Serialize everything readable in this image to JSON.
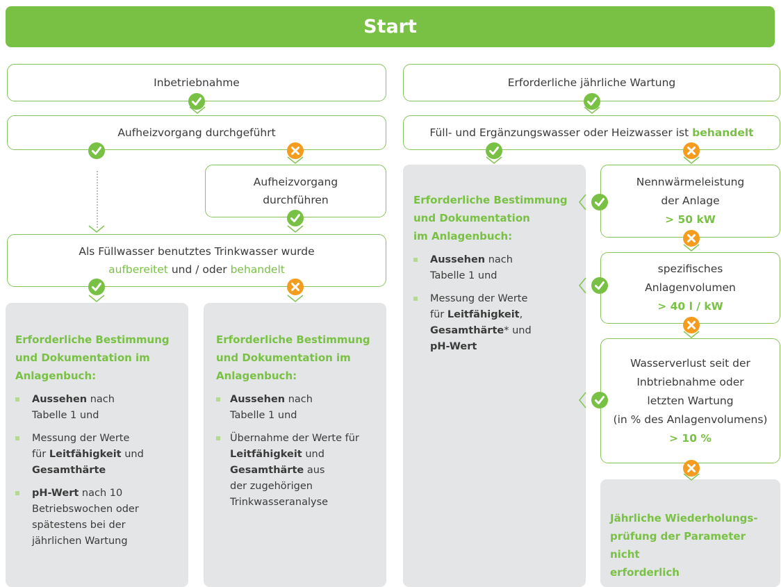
{
  "start_label": "Start",
  "left": {
    "commissioning": "Inbetriebnahme",
    "heating_done": "Aufheizvorgang durchgeführt",
    "heating_do": [
      "Aufheizvorgang",
      "durchführen"
    ],
    "fill_water": {
      "line1": "Als Füllwasser benutztes Trinkwasser wurde",
      "treated1": "aufbereitet",
      "and_or": "und / oder",
      "treated2": "behandelt"
    },
    "panel_yes": {
      "title": [
        "Erforderliche Bestimmung",
        "und Dokumentation im",
        "Anlagenbuch:"
      ],
      "item1_bold": "Aussehen",
      "item1_rest_a": "nach",
      "item1_rest_b": "Tabelle 1 und",
      "item2_a": "Messung der Werte",
      "item2_b_pre": "für",
      "item2_b_bold": "Leitfähigkeit",
      "item2_b_post": "und",
      "item2_c_bold": "Gesamthärte",
      "item3_bold": "pH-Wert",
      "item3_a": "nach 10",
      "item3_b": "Betriebswochen oder",
      "item3_c": "spätestens bei der",
      "item3_d": "jährlichen Wartung"
    },
    "panel_no": {
      "title": [
        "Erforderliche Bestimmung",
        "und Dokumentation im",
        "Anlagenbuch:"
      ],
      "item1_bold": "Aussehen",
      "item1_rest_a": "nach",
      "item1_rest_b": "Tabelle 1 und",
      "item2_a": "Übernahme der Werte für",
      "item2_b_bold": "Leitfähigkeit",
      "item2_b_post": "und",
      "item2_c_bold": "Gesamthärte",
      "item2_c_post": "aus",
      "item2_d": "der zugehörigen",
      "item2_e": "Trinkwasseranalyse"
    }
  },
  "right": {
    "maintenance": "Erforderliche jährliche Wartung",
    "water_treated_pre": "Füll- und Ergänzungswasser oder Heizwasser ist",
    "water_treated_word": "behandelt",
    "panel": {
      "title": [
        "Erforderliche Bestimmung",
        "und Dokumentation",
        "im Anlagenbuch:"
      ],
      "item1_bold": "Aussehen",
      "item1_rest_a": "nach",
      "item1_rest_b": "Tabelle 1 und",
      "item2_a": "Messung der Werte",
      "item2_b_pre": "für",
      "item2_b_bold": "Leitfähigkeit",
      "item2_b_post": ",",
      "item2_c_bold": "Gesamthärte",
      "item2_c_post": "* und",
      "item2_d_bold": "pH-Wert"
    },
    "nominal": {
      "l1": "Nennwärmeleistung",
      "l2": "der Anlage",
      "value": "> 50 kW"
    },
    "specific": {
      "l1": "spezifisches",
      "l2": "Anlagenvolumen",
      "value": "> 40 l / kW"
    },
    "loss": {
      "l1": "Wasserverlust seit der",
      "l2": "Inbtriebnahme oder",
      "l3": "letzten Wartung",
      "l4": "(in % des Anlagenvolumens)",
      "value": "> 10 %"
    },
    "final": [
      "Jährliche Wiederholungs-",
      "prüfung der Parameter nicht",
      "erforderlich"
    ]
  },
  "colors": {
    "green": "#79c144",
    "orange": "#f39c1e",
    "panel": "#e4e5e6",
    "text": "#3a3a3a"
  }
}
